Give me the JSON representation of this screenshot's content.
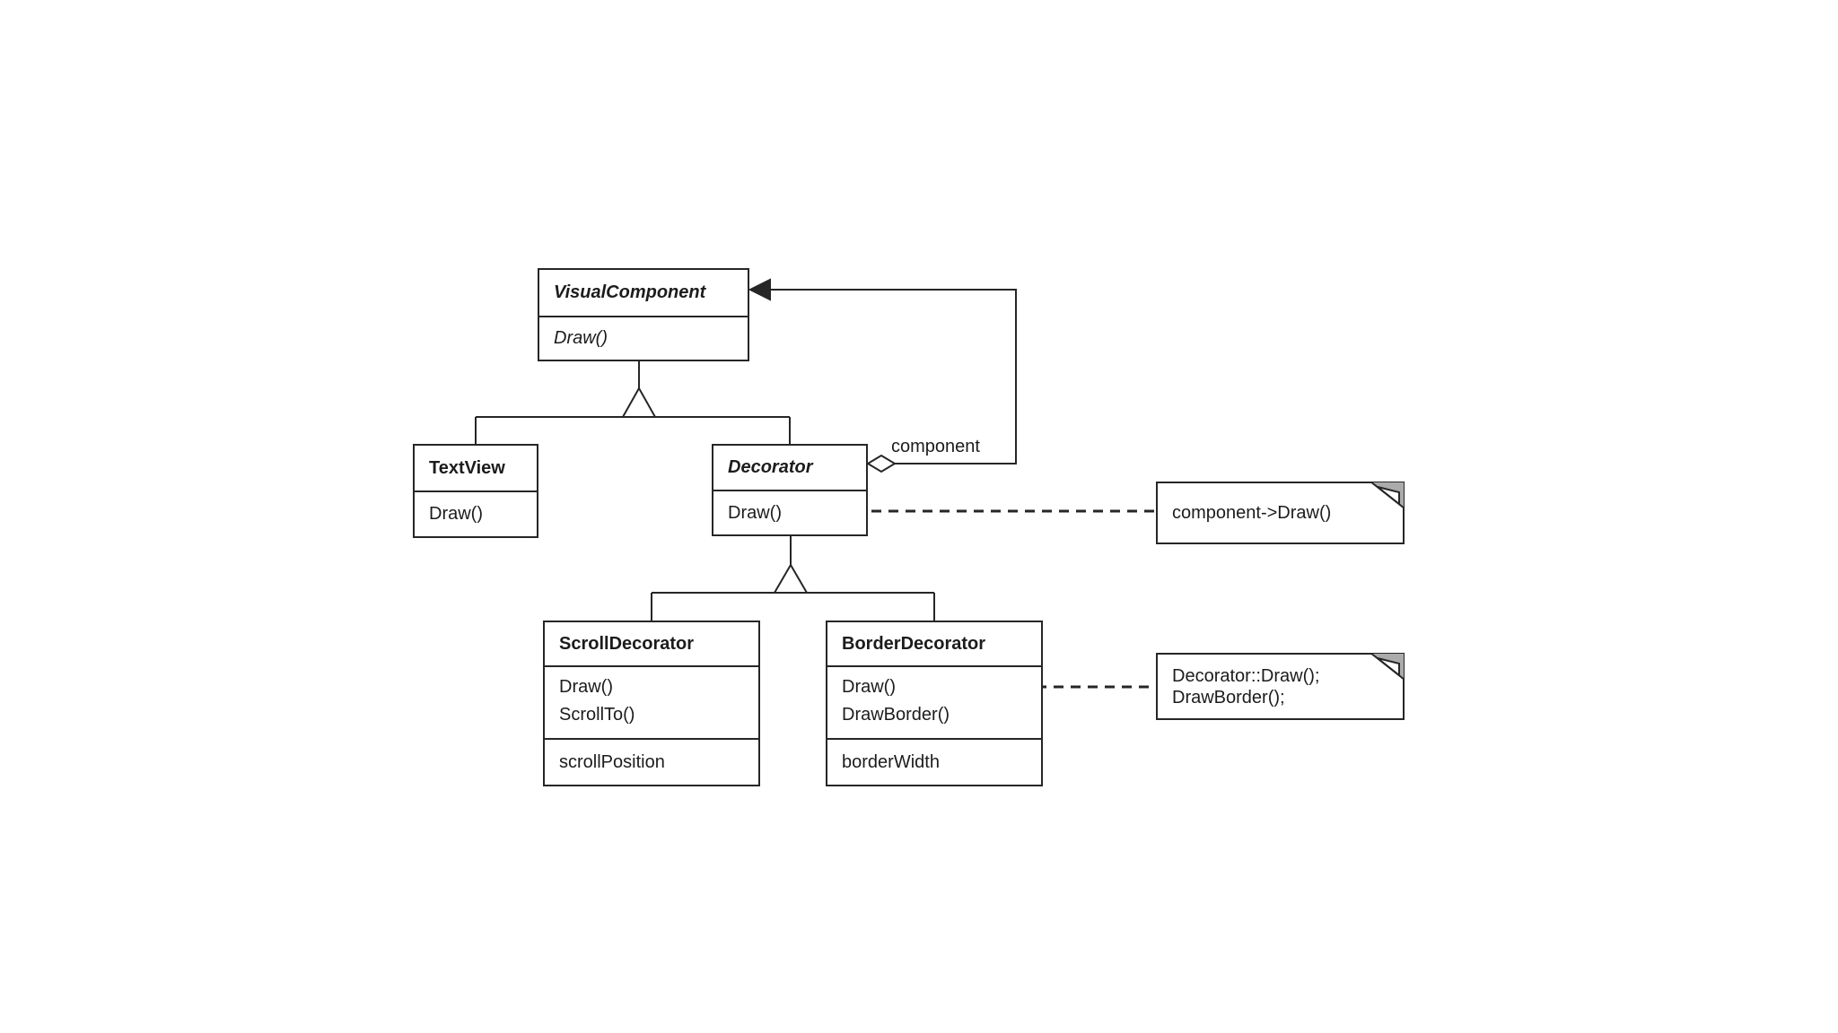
{
  "colors": {
    "line": "#262626",
    "text": "#1c1c1c",
    "note_fold": "#ababab",
    "background": "#ffffff"
  },
  "diagram": {
    "classes": {
      "visual_component": {
        "name": "VisualComponent",
        "abstract": "yes",
        "methods": [
          "Draw()"
        ]
      },
      "text_view": {
        "name": "TextView",
        "methods": [
          "Draw()"
        ]
      },
      "decorator": {
        "name": "Decorator",
        "abstract": "yes",
        "methods": [
          "Draw()"
        ]
      },
      "scroll_decorator": {
        "name": "ScrollDecorator",
        "methods": [
          "Draw()",
          "ScrollTo()"
        ],
        "attributes": [
          "scrollPosition"
        ]
      },
      "border_decorator": {
        "name": "BorderDecorator",
        "methods": [
          "Draw()",
          "DrawBorder()"
        ],
        "attributes": [
          "borderWidth"
        ]
      }
    },
    "relationships": {
      "aggregation_label": "component"
    },
    "notes": {
      "decorator_note": {
        "line1": "component->Draw()"
      },
      "border_note": {
        "line1": "Decorator::Draw();",
        "line2": "DrawBorder();"
      }
    }
  }
}
